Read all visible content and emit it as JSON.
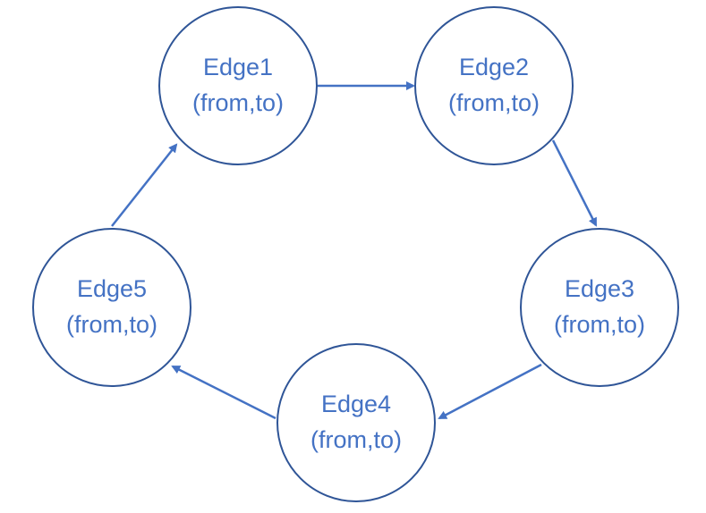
{
  "colors": {
    "node_stroke": "#2f5597",
    "node_fill": "#ffffff",
    "label_text": "#4472c4",
    "arrow": "#4472c4"
  },
  "nodes": [
    {
      "id": "edge1",
      "title": "Edge1",
      "subtitle": "(from,to)"
    },
    {
      "id": "edge2",
      "title": "Edge2",
      "subtitle": "(from,to)"
    },
    {
      "id": "edge3",
      "title": "Edge3",
      "subtitle": "(from,to)"
    },
    {
      "id": "edge4",
      "title": "Edge4",
      "subtitle": "(from,to)"
    },
    {
      "id": "edge5",
      "title": "Edge5",
      "subtitle": "(from,to)"
    }
  ],
  "links": [
    {
      "from": "edge1",
      "to": "edge2"
    },
    {
      "from": "edge2",
      "to": "edge3"
    },
    {
      "from": "edge3",
      "to": "edge4"
    },
    {
      "from": "edge4",
      "to": "edge5"
    },
    {
      "from": "edge5",
      "to": "edge1"
    }
  ]
}
